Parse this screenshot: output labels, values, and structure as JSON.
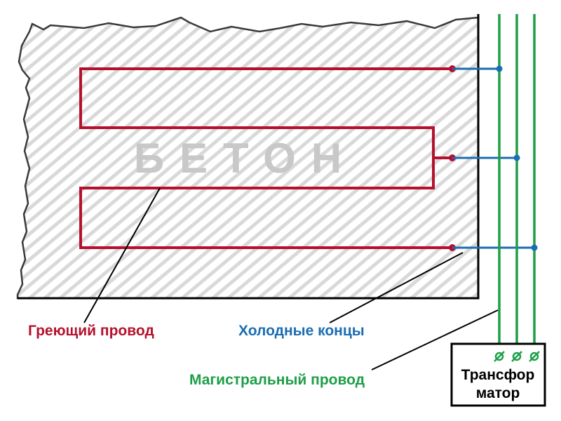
{
  "material_label": "БЕТОН",
  "labels": {
    "heating_wire": "Греющий провод",
    "cold_ends": "Холодные концы",
    "main_wire": "Магистральный провод"
  },
  "transformer": {
    "line1": "Трансфор",
    "line2": "матор"
  },
  "colors": {
    "heating_wire": "#b5112e",
    "cold_ends": "#1b6db3",
    "main_wire": "#1e9e48",
    "concrete_hatch": "#d9d9d9",
    "concrete_label": "#c8c8c8"
  }
}
